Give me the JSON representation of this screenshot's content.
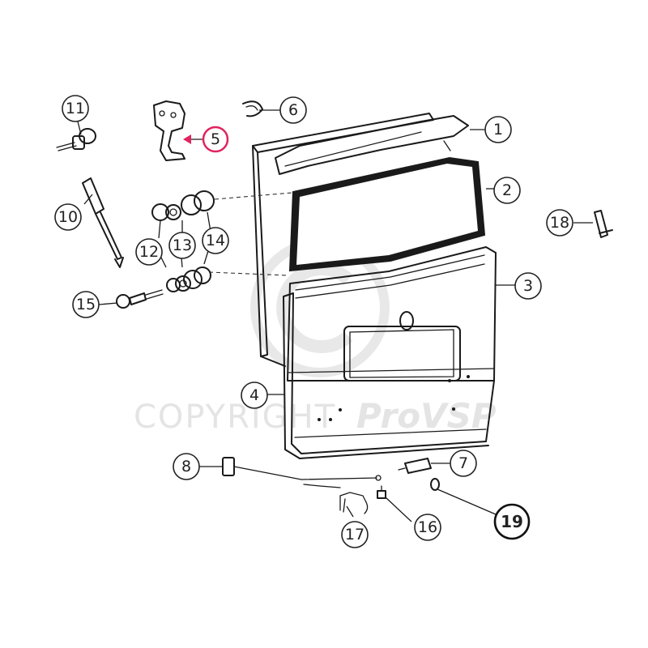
{
  "callouts": {
    "c1": "1",
    "c2": "2",
    "c3": "3",
    "c4": "4",
    "c5": "5",
    "c6": "6",
    "c7": "7",
    "c8": "8",
    "c10": "10",
    "c11": "11",
    "c12": "12",
    "c13": "13",
    "c14": "14",
    "c15": "15",
    "c16": "16",
    "c17": "17",
    "c18": "18",
    "c19": "19"
  },
  "watermark": {
    "copyright_text": "COPYRIGHT",
    "brand_text": "ProVSP"
  },
  "colors": {
    "ink": "#1a1a1a",
    "highlight": "#e0245e",
    "watermark": "#e4e4e4"
  }
}
